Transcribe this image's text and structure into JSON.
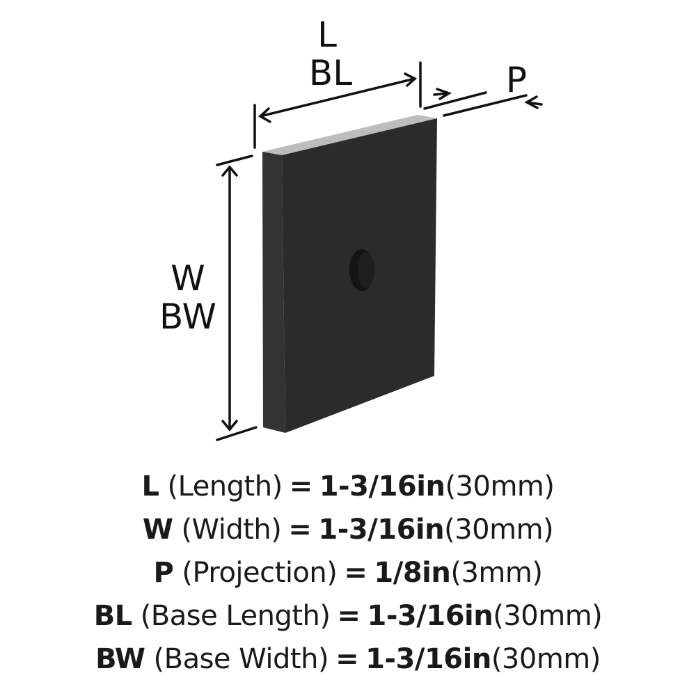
{
  "diagram": {
    "labels": {
      "top_line1": "L",
      "top_line2": "BL",
      "right": "P",
      "left_line1": "W",
      "left_line2": "BW"
    },
    "colors": {
      "plate_front": "#2b2b2b",
      "plate_edge_side": "#3a3a3a",
      "plate_edge_top": "#bdbdbd",
      "hole": "#141414",
      "lines": "#111111"
    }
  },
  "specs": [
    {
      "code": "L",
      "name": "(Length)",
      "eq": "=",
      "imperial": "1-3/16in",
      "metric": "(30mm)"
    },
    {
      "code": "W",
      "name": "(Width)",
      "eq": "=",
      "imperial": "1-3/16in",
      "metric": "(30mm)"
    },
    {
      "code": "P",
      "name": "(Projection)",
      "eq": "=",
      "imperial": "1/8in",
      "metric": "(3mm)"
    },
    {
      "code": "BL",
      "name": "(Base Length)",
      "eq": "=",
      "imperial": "1-3/16in",
      "metric": "(30mm)"
    },
    {
      "code": "BW",
      "name": "(Base Width)",
      "eq": "=",
      "imperial": "1-3/16in",
      "metric": "(30mm)"
    }
  ]
}
